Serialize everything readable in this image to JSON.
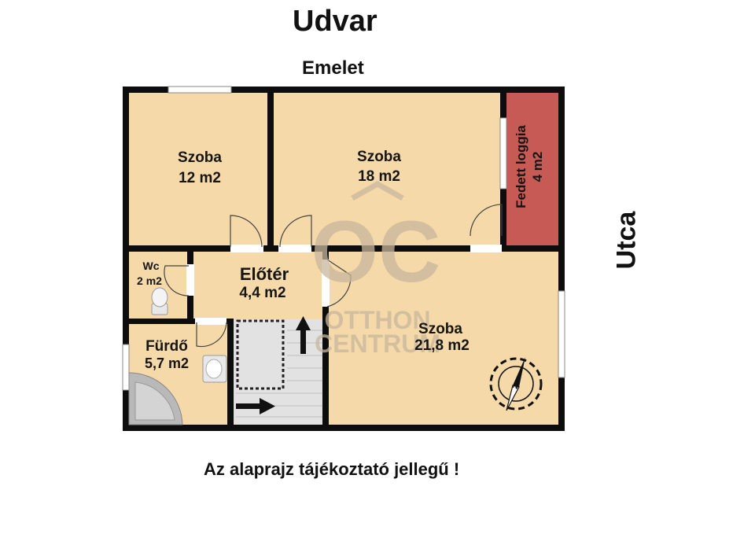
{
  "header": {
    "title": "Udvar",
    "subtitle": "Emelet"
  },
  "side_label": "Utca",
  "footer": {
    "disclaimer": "Az alaprajz tájékoztató jellegű !"
  },
  "rooms": {
    "room1": {
      "name": "Szoba",
      "area": "12 m2"
    },
    "room2": {
      "name": "Szoba",
      "area": "18 m2"
    },
    "loggia": {
      "name": "Fedett loggia",
      "area": "4 m2"
    },
    "wc": {
      "name": "Wc",
      "area": "2 m2"
    },
    "hall": {
      "name": "Előtér",
      "area": "4,4 m2"
    },
    "room3": {
      "name": "Szoba",
      "area": "21,8 m2"
    },
    "bath": {
      "name": "Fürdő",
      "area": "5,7 m2"
    }
  },
  "watermark": {
    "logo": "OC",
    "line1": "OTTHON",
    "line2": "CENTRUM"
  },
  "colors": {
    "floor": "#f5d9a8",
    "loggia": "#c85a55",
    "wall": "#0d0d0d",
    "stairs": "#e2e2e2",
    "watermark": "#c8b79e"
  },
  "icons": [
    "compass-icon",
    "toilet-icon",
    "sink-icon",
    "bathtub-icon",
    "arrow-up-icon",
    "arrow-right-icon"
  ]
}
